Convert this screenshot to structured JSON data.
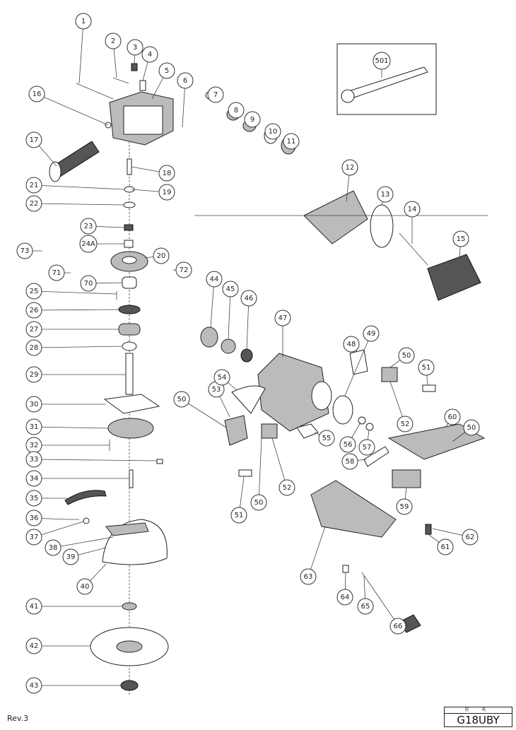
{
  "revision": "Rev.3",
  "model": {
    "header": "形 名",
    "name": "G18UBY"
  },
  "callouts": [
    "1",
    "2",
    "3",
    "4",
    "5",
    "6",
    "16",
    "17",
    "18",
    "19",
    "21",
    "22",
    "23",
    "24A",
    "73",
    "71",
    "70",
    "20",
    "72",
    "25",
    "26",
    "27",
    "28",
    "29",
    "30",
    "31",
    "32",
    "33",
    "34",
    "35",
    "36",
    "37",
    "38",
    "39",
    "40",
    "41",
    "42",
    "43",
    "7",
    "8",
    "9",
    "10",
    "11",
    "12",
    "13",
    "14",
    "15",
    "501",
    "44",
    "45",
    "46",
    "47",
    "48",
    "49",
    "50",
    "51",
    "52",
    "53",
    "54",
    "50",
    "55",
    "56",
    "57",
    "58",
    "60",
    "50",
    "59",
    "50",
    "52",
    "51",
    "62",
    "61",
    "63",
    "64",
    "65",
    "66"
  ]
}
